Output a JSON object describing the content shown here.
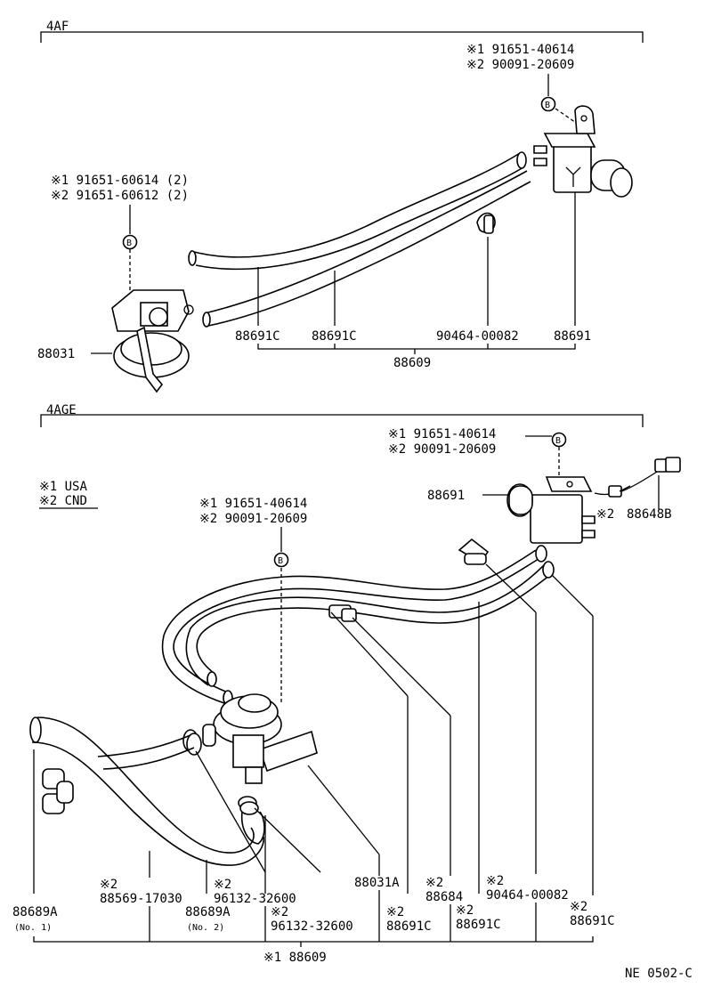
{
  "sections": {
    "top": "4AF",
    "bottom": "4AGE"
  },
  "top": {
    "vsv_bolt": {
      "line1": "※1 91651-40614",
      "line2": "※2 90091-20609",
      "marker": "B"
    },
    "valve_bolt": {
      "line1": "※1 91651-60614 (2)",
      "line2": "※2 91651-60612 (2)",
      "marker": "B"
    },
    "labels": {
      "valve": "88031",
      "hose_a": "88691C",
      "hose_b": "88691C",
      "clamp": "90464-00082",
      "vsv": "88691",
      "assembly": "88609"
    }
  },
  "bottom": {
    "legend": {
      "line1": "※1 USA",
      "line2": "※2 CND"
    },
    "vsv_bolt": {
      "line1": "※1 91651-40614",
      "line2": "※2 90091-20609",
      "marker": "B"
    },
    "valve_bolt": {
      "line1": "※1 91651-40614",
      "line2": "※2 90091-20609",
      "marker": "B"
    },
    "labels": {
      "vsv": "88691",
      "connector_mark": "※2",
      "connector": "88648B",
      "hose_no1": "88689A",
      "hose_no1_sub": "(No. 1)",
      "hose_hf_mark": "※2",
      "hose_hf": "88569-17030",
      "hose_no2": "88689A",
      "hose_no2_sub": "(No. 2)",
      "clamp_a_mark": "※2",
      "clamp_a": "96132-32600",
      "clamp_b_mark": "※2",
      "clamp_b": "96132-32600",
      "valve": "88031A",
      "check_mark": "※2",
      "check": "88684",
      "clamp_c_mark": "※2",
      "clamp_c": "90464-00082",
      "hose_c_mark": "※2",
      "hose_c": "88691C",
      "hose_d_mark": "※2",
      "hose_d": "88691C",
      "hose_e_mark": "※2",
      "hose_e": "88691C",
      "assembly": "※1 88609"
    }
  },
  "footer_code": "NE 0502-C"
}
